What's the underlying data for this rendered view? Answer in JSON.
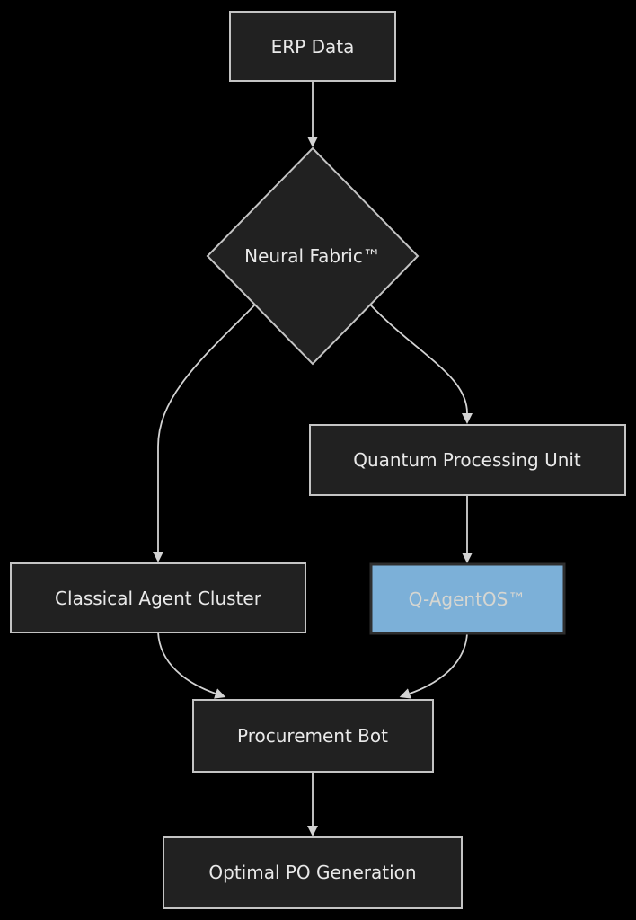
{
  "diagram": {
    "type": "flowchart",
    "direction": "top-down",
    "background_color": "#000000",
    "colors": {
      "node_fill": "#212121",
      "node_border": "#c4c4c4",
      "node_text": "#e9e9e9",
      "edge_line": "#d3d3d3",
      "highlight_fill": "#7cb0d8",
      "highlight_border": "#2e2e2e",
      "highlight_text": "#d6d6d1"
    },
    "nodes": [
      {
        "id": "erp",
        "label": "ERP Data",
        "shape": "rect",
        "highlight": false
      },
      {
        "id": "neural",
        "label": "Neural Fabric™",
        "shape": "diamond",
        "highlight": false
      },
      {
        "id": "qpu",
        "label": "Quantum Processing Unit",
        "shape": "rect",
        "highlight": false
      },
      {
        "id": "classical",
        "label": "Classical Agent Cluster",
        "shape": "rect",
        "highlight": false
      },
      {
        "id": "qagentos",
        "label": "Q-AgentOS™",
        "shape": "rect",
        "highlight": true
      },
      {
        "id": "procurement",
        "label": "Procurement Bot",
        "shape": "rect",
        "highlight": false
      },
      {
        "id": "optimal",
        "label": "Optimal PO Generation",
        "shape": "rect",
        "highlight": false
      }
    ],
    "edges": [
      {
        "from": "erp",
        "to": "neural"
      },
      {
        "from": "neural",
        "to": "classical"
      },
      {
        "from": "neural",
        "to": "qpu"
      },
      {
        "from": "qpu",
        "to": "qagentos"
      },
      {
        "from": "classical",
        "to": "procurement"
      },
      {
        "from": "qagentos",
        "to": "procurement"
      },
      {
        "from": "procurement",
        "to": "optimal"
      }
    ]
  }
}
